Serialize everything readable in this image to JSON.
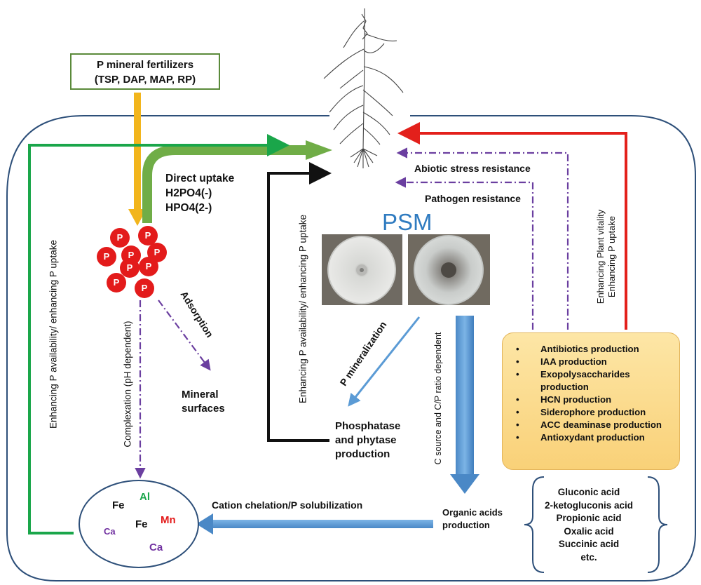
{
  "fertilizer_box": {
    "line1": "P mineral fertilizers",
    "line2": "(TSP, DAP, MAP, RP)"
  },
  "direct_uptake": {
    "title": "Direct uptake",
    "ion1": "H2PO4(-)",
    "ion2": "HPO4(2-)"
  },
  "p_particle_label": "P",
  "psm_title": "PSM",
  "abiotic_stress": "Abiotic stress resistance",
  "pathogen_resistance": "Pathogen resistance",
  "left_vertical": "Enhancing P availability/ enhancing P uptake",
  "middle_vertical": "Enhancing P availability/ enhancing P uptake",
  "right_vertical": {
    "line1": "Enhancing Plant vitality",
    "line2": "Enhancing P uptake"
  },
  "complexation": "Complexation (pH dependent)",
  "adsorption": "Adsorption",
  "mineral_surfaces": {
    "line1": "Mineral",
    "line2": "surfaces"
  },
  "p_mineralization": "P mineralization",
  "phosphatase": {
    "line1": "Phosphatase",
    "line2": "and phytase",
    "line3": "production"
  },
  "c_source": "C source and C/P ratio dependent",
  "organic_acids": {
    "line1": "Organic acids",
    "line2": "production"
  },
  "cation_chelation": "Cation chelation/P solubilization",
  "products": [
    "Antibiotics production",
    "IAA production",
    "Exopolysaccharides production",
    "HCN production",
    "Siderophore production",
    "ACC deaminase production",
    "Antioxydant production"
  ],
  "acids": [
    "Gluconic acid",
    "2-ketogluconis acid",
    "Propionic acid",
    "Oxalic acid",
    "Succinic acid",
    "etc."
  ],
  "ions": {
    "fe1": "Fe",
    "al": "Al",
    "ca1": "Ca",
    "fe2": "Fe",
    "mn": "Mn",
    "ca2": "Ca"
  },
  "colors": {
    "green_arrow": "#1aa64a",
    "light_green_arrow": "#70ad47",
    "orange_arrow": "#f2b51c",
    "red_arrow": "#e3201b",
    "black_arrow": "#111111",
    "purple_dashdot": "#6b3fa0",
    "blue_arrow": "#5b9bd5",
    "p_particle": "#e31b1b",
    "psm_text": "#2f7bc0",
    "frame": "#2d4f79",
    "al": "#1aa64a",
    "mn": "#e31b1b",
    "ca": "#7030a0"
  }
}
